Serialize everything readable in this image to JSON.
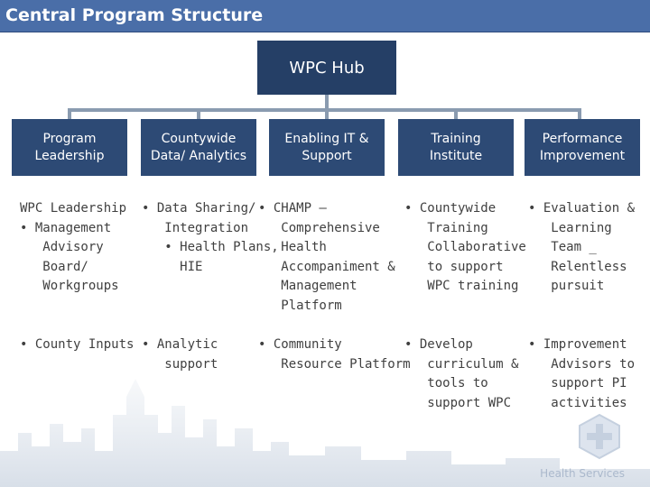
{
  "title": "Central Program Structure",
  "hub": "WPC Hub",
  "columns": [
    {
      "header": "Program\nLeadership",
      "items": [
        "WPC Leadership\n• Management\n   Advisory\n   Board/\n   Workgroups",
        "• County Inputs"
      ]
    },
    {
      "header": "Countywide\nData/ Analytics",
      "items": [
        "• Data Sharing/\n   Integration\n   • Health Plans,\n     HIE",
        "• Analytic\n   support"
      ]
    },
    {
      "header": "Enabling IT  &\nSupport",
      "items": [
        "• CHAMP –\n   Comprehensive\n   Health\n   Accompaniment &\n   Management\n   Platform",
        "• Community\n   Resource Platform"
      ]
    },
    {
      "header": "Training\nInstitute",
      "items": [
        "• Countywide\n   Training\n   Collaborative\n   to support\n   WPC training",
        "• Develop\n   curriculum &\n   tools to\n   support WPC"
      ]
    },
    {
      "header": "Performance\nImprovement",
      "items": [
        "• Evaluation &\n   Learning\n   Team _\n   Relentless\n   pursuit",
        "• Improvement\n   Advisors to\n   support PI\n   activities"
      ]
    }
  ],
  "watermark": "Health Services",
  "colors": {
    "title_bar": "#4a6ea8",
    "hub": "#253f66",
    "column_header": "#2d4a75",
    "text": "#404040"
  }
}
